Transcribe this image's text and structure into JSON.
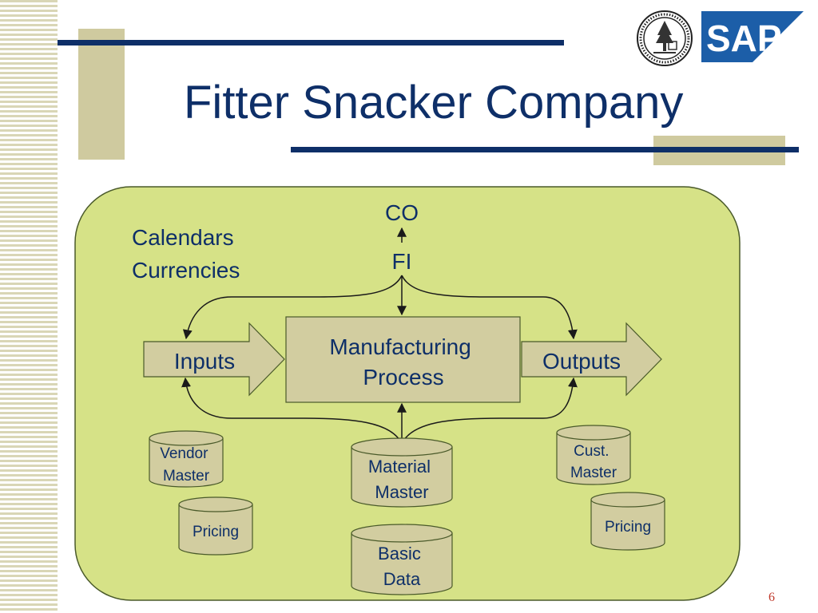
{
  "slide": {
    "title": "Fitter Snacker Company",
    "page_number": "6",
    "logos": {
      "seal_icon": "university-seal",
      "sap_icon": "sap-logo",
      "sap_text": "SAP"
    },
    "colors": {
      "title": "#0e2f68",
      "panel_fill": "#d6e287",
      "box_fill": "#d2cda0",
      "accent_navy": "#0e2f68",
      "accent_khaki": "#cfca9f",
      "page_number": "#c0392b",
      "sap_blue": "#1c5ea8"
    }
  },
  "diagram": {
    "co": "CO",
    "fi": "FI",
    "settings": [
      "Calendars",
      "Currencies"
    ],
    "inputs": "Inputs",
    "outputs": "Outputs",
    "process": [
      "Manufacturing",
      "Process"
    ],
    "vendor_master": [
      "Vendor",
      "Master"
    ],
    "vendor_pricing": "Pricing",
    "material_master": [
      "Material",
      "Master"
    ],
    "basic_data": [
      "Basic",
      "Data"
    ],
    "cust_master": [
      "Cust.",
      "Master"
    ],
    "cust_pricing": "Pricing"
  }
}
